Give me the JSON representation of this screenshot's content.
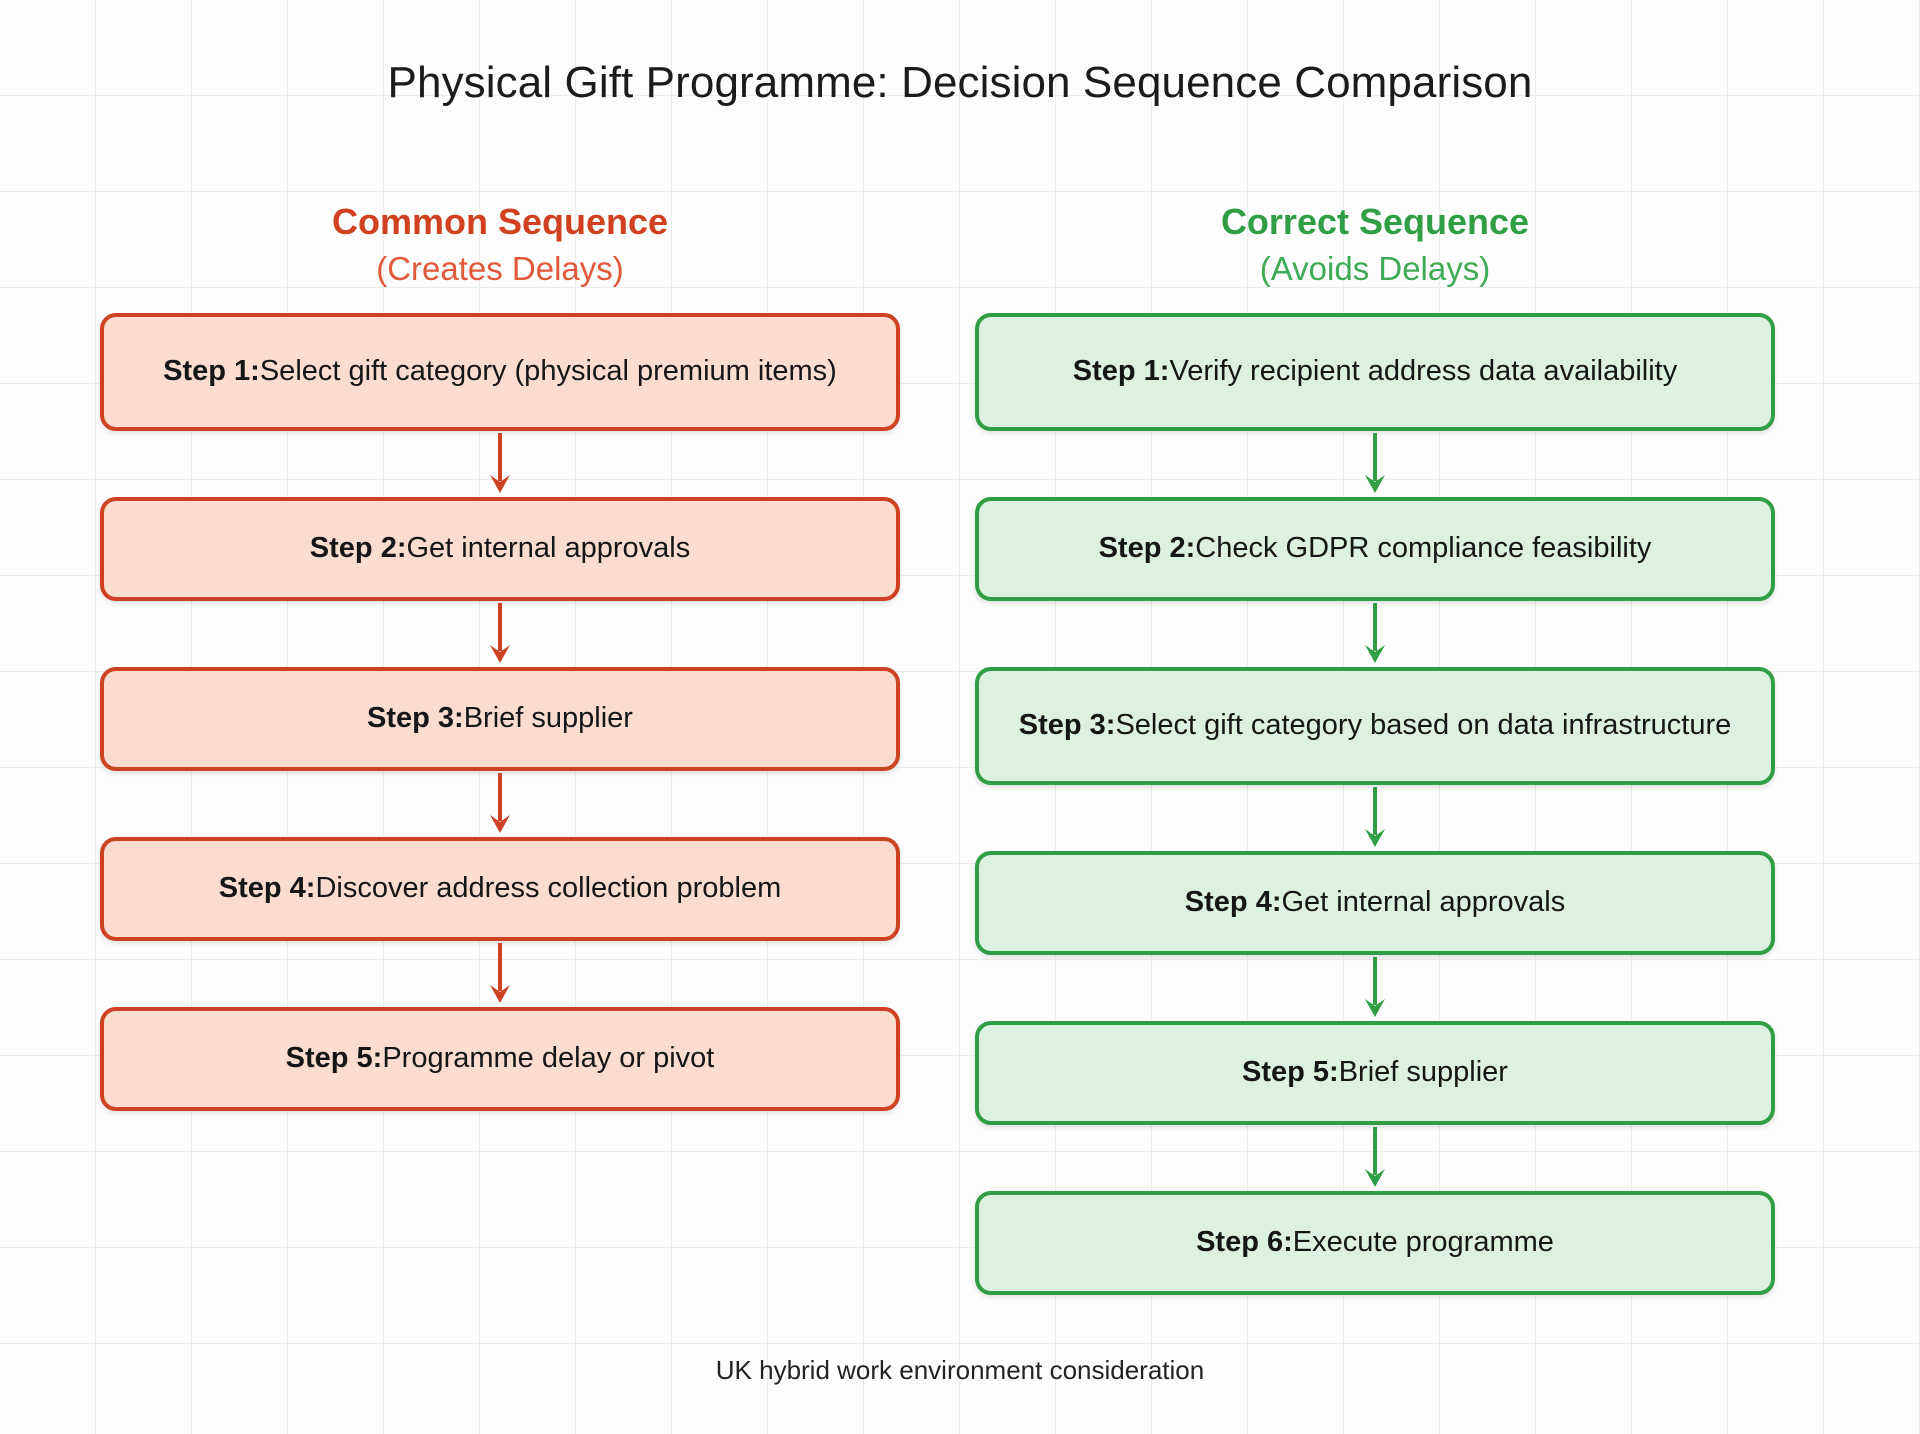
{
  "title": "Physical Gift Programme: Decision Sequence Comparison",
  "footer": "UK hybrid work environment consideration",
  "colors": {
    "red_accent": "#d1411f",
    "red_border": "#cd4222",
    "red_fill": "#fbddd0",
    "green_accent": "#2f9e44",
    "green_border": "#2f9e44",
    "green_fill": "#ddf1e1",
    "grid_line": "#ececec",
    "text": "#161616"
  },
  "columns": {
    "left": {
      "heading": "Common Sequence",
      "subheading": "(Creates Delays)",
      "steps": [
        {
          "label": "Step 1:",
          "text": " Select gift category (physical premium items)",
          "lines": 2
        },
        {
          "label": "Step 2:",
          "text": " Get internal approvals",
          "lines": 1
        },
        {
          "label": "Step 3:",
          "text": " Brief supplier",
          "lines": 1
        },
        {
          "label": "Step 4:",
          "text": " Discover address collection problem",
          "lines": 1
        },
        {
          "label": "Step 5:",
          "text": " Programme delay or pivot",
          "lines": 1
        }
      ]
    },
    "right": {
      "heading": "Correct Sequence",
      "subheading": "(Avoids Delays)",
      "steps": [
        {
          "label": "Step 1:",
          "text": " Verify recipient address data availability",
          "lines": 2
        },
        {
          "label": "Step 2:",
          "text": " Check GDPR compliance feasibility",
          "lines": 1
        },
        {
          "label": "Step 3:",
          "text": " Select gift category based on data infrastructure",
          "lines": 2
        },
        {
          "label": "Step 4:",
          "text": " Get internal approvals",
          "lines": 1
        },
        {
          "label": "Step 5:",
          "text": " Brief supplier",
          "lines": 1
        },
        {
          "label": "Step 6:",
          "text": " Execute programme",
          "lines": 1
        }
      ]
    }
  }
}
